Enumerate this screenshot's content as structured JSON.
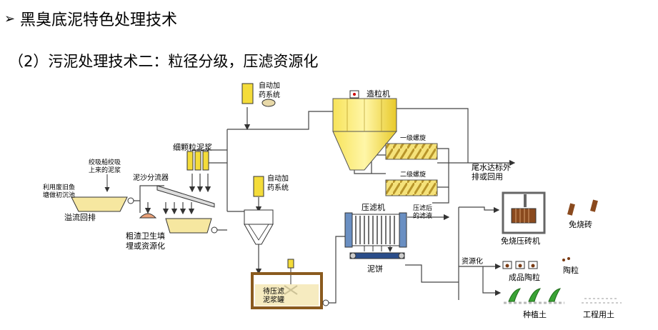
{
  "header": {
    "title": "黑臭底泥特色处理技术",
    "subtitle": "（2）污泥处理技术二：粒径分级，压滤资源化"
  },
  "diagram": {
    "labels": {
      "auto_dosing_1": [
        "自动加",
        "药系统"
      ],
      "granulator": "造粒机",
      "fine_sludge": "细颗粒泥浆",
      "dredge": [
        "绞吸船绞吸",
        "上来的泥浆"
      ],
      "old_pond": [
        "利用废旧鱼",
        "塘做初沉池"
      ],
      "overflow": "溢流回排",
      "sand_separator": "泥沙分流器",
      "coarse_slag": [
        "粗渣卫生填",
        "埋或资源化"
      ],
      "auto_dosing_2": [
        "自动加",
        "药系统"
      ],
      "stage1_spiral": "一级螺旋",
      "stage2_spiral": "二级螺旋",
      "tail_water": [
        "尾水达标外",
        "排或回用"
      ],
      "filter_press": "压滤机",
      "filtrate": [
        "压滤后",
        "的滤液"
      ],
      "mud_cake": "泥饼",
      "resource": "资源化",
      "press_tank": [
        "待压滤",
        "泥浆罐"
      ],
      "brick_machine": "免烧压砖机",
      "bricks": "免烧砖",
      "ceramsite_finished": "成品陶粒",
      "ceramsite": "陶粒",
      "planting_soil": "种植土",
      "engineering_soil": "工程用土"
    }
  }
}
